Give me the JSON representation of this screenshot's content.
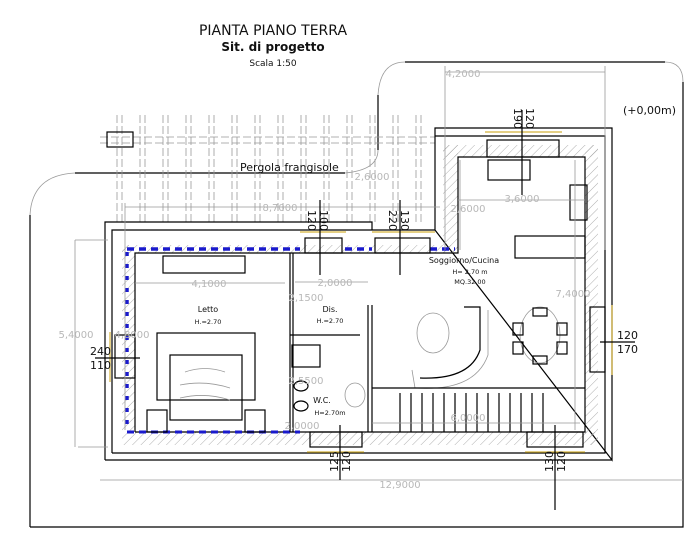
{
  "title": {
    "main": "PIANTA PIANO TERRA",
    "subtitle": "Sit. di progetto",
    "scale": "Scala 1:50"
  },
  "elevation": "(+0,00m)",
  "pergola_label": "Pergola frangisole",
  "rooms": {
    "letto": {
      "name": "Letto",
      "height": "H.=2.70"
    },
    "dis": {
      "name": "Dis.",
      "height": "H.=2.70"
    },
    "wc": {
      "name": "W.C.",
      "height": "H=2.70m"
    },
    "soggiorno": {
      "name": "Soggiorno/Cucina",
      "height": "H= 2.70 m",
      "area": "MQ.32.00"
    }
  },
  "dimensions": {
    "top_width": "4,2000",
    "kitchen_width": "3,6000",
    "kitchen_depth": "2,6000",
    "pergola_depth": "2,6000",
    "pergola_width": "8,7000",
    "dis_width": "2,0000",
    "dis_depth": "2,1500",
    "bedroom_width": "4,1000",
    "outer_depth": "5,4000",
    "bedroom_depth": "4,8000",
    "living_depth": "7,4000",
    "wc_depth": "2,5500",
    "wc_width": "2,0000",
    "stair_width": "6,0000",
    "total_width": "12,9000"
  },
  "openings": {
    "kitchen_top": [
      "190",
      "120"
    ],
    "top_left": [
      "120",
      "100"
    ],
    "top_right": [
      "220",
      "130"
    ],
    "bedroom_left": [
      "240",
      "110"
    ],
    "living_right": [
      "120",
      "170"
    ],
    "wc_bottom": [
      "125",
      "120"
    ],
    "living_bottom": [
      "130",
      "120"
    ]
  }
}
